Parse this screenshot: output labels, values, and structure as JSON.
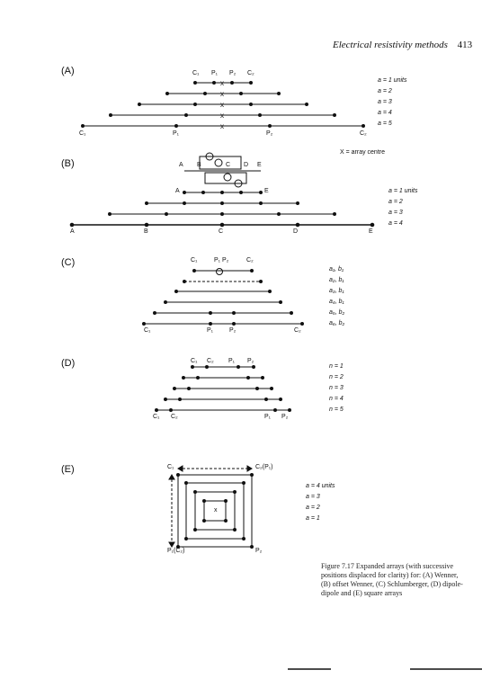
{
  "header": {
    "title": "Electrical resistivity methods",
    "page": "413"
  },
  "panelA": {
    "label": "(A)",
    "top_labels": [
      "C₁",
      "P₁",
      "P₂",
      "C₂"
    ],
    "bottom_labels": [
      "C₁",
      "P₁",
      "P₂",
      "C₂"
    ],
    "spacings": [
      "a = 1 units",
      "a = 2",
      "a = 3",
      "a = 4",
      "a = 5"
    ]
  },
  "panelB": {
    "label": "(B)",
    "legend": "X = array centre",
    "top_labels": [
      "A",
      "B",
      "C",
      "D",
      "E"
    ],
    "mid_labels": [
      "A",
      "E"
    ],
    "bottom_labels": [
      "A",
      "B",
      "C",
      "D",
      "E"
    ],
    "spacings": [
      "a = 1 units",
      "a = 2",
      "a = 3",
      "a = 4"
    ]
  },
  "panelC": {
    "label": "(C)",
    "top_labels": [
      "C₁",
      "P₁ P₂",
      "C₂"
    ],
    "bottom_labels": [
      "C₁",
      "P₁",
      "P₂",
      "C₂"
    ],
    "spacings": [
      "a₁, b₁",
      "a₂, b₁",
      "a₃, b₁",
      "a₄, b₁",
      "a₅, b₂",
      "a₆, b₂"
    ]
  },
  "panelD": {
    "label": "(D)",
    "top_labels": [
      "C₁",
      "C₂",
      "P₁",
      "P₂"
    ],
    "bottom_labels": [
      "C₁",
      "C₂",
      "P₁",
      "P₂"
    ],
    "spacings": [
      "n = 1",
      "n = 2",
      "n = 3",
      "n = 4",
      "n = 5"
    ]
  },
  "panelE": {
    "label": "(E)",
    "corner_labels": [
      "C₁",
      "C₂(P₁)",
      "P₁(C₂)",
      "P₂"
    ],
    "centre": "x",
    "spacings": [
      "a = 4 units",
      "a = 3",
      "a = 2",
      "a = 1"
    ]
  },
  "caption": {
    "figure": "Figure 7.17",
    "text": "Expanded arrays (with successive positions displaced for clarity) for: (A) Wenner, (B) offset Wenner, (C) Schlumberger, (D) dipole-dipole and (E) square arrays"
  }
}
